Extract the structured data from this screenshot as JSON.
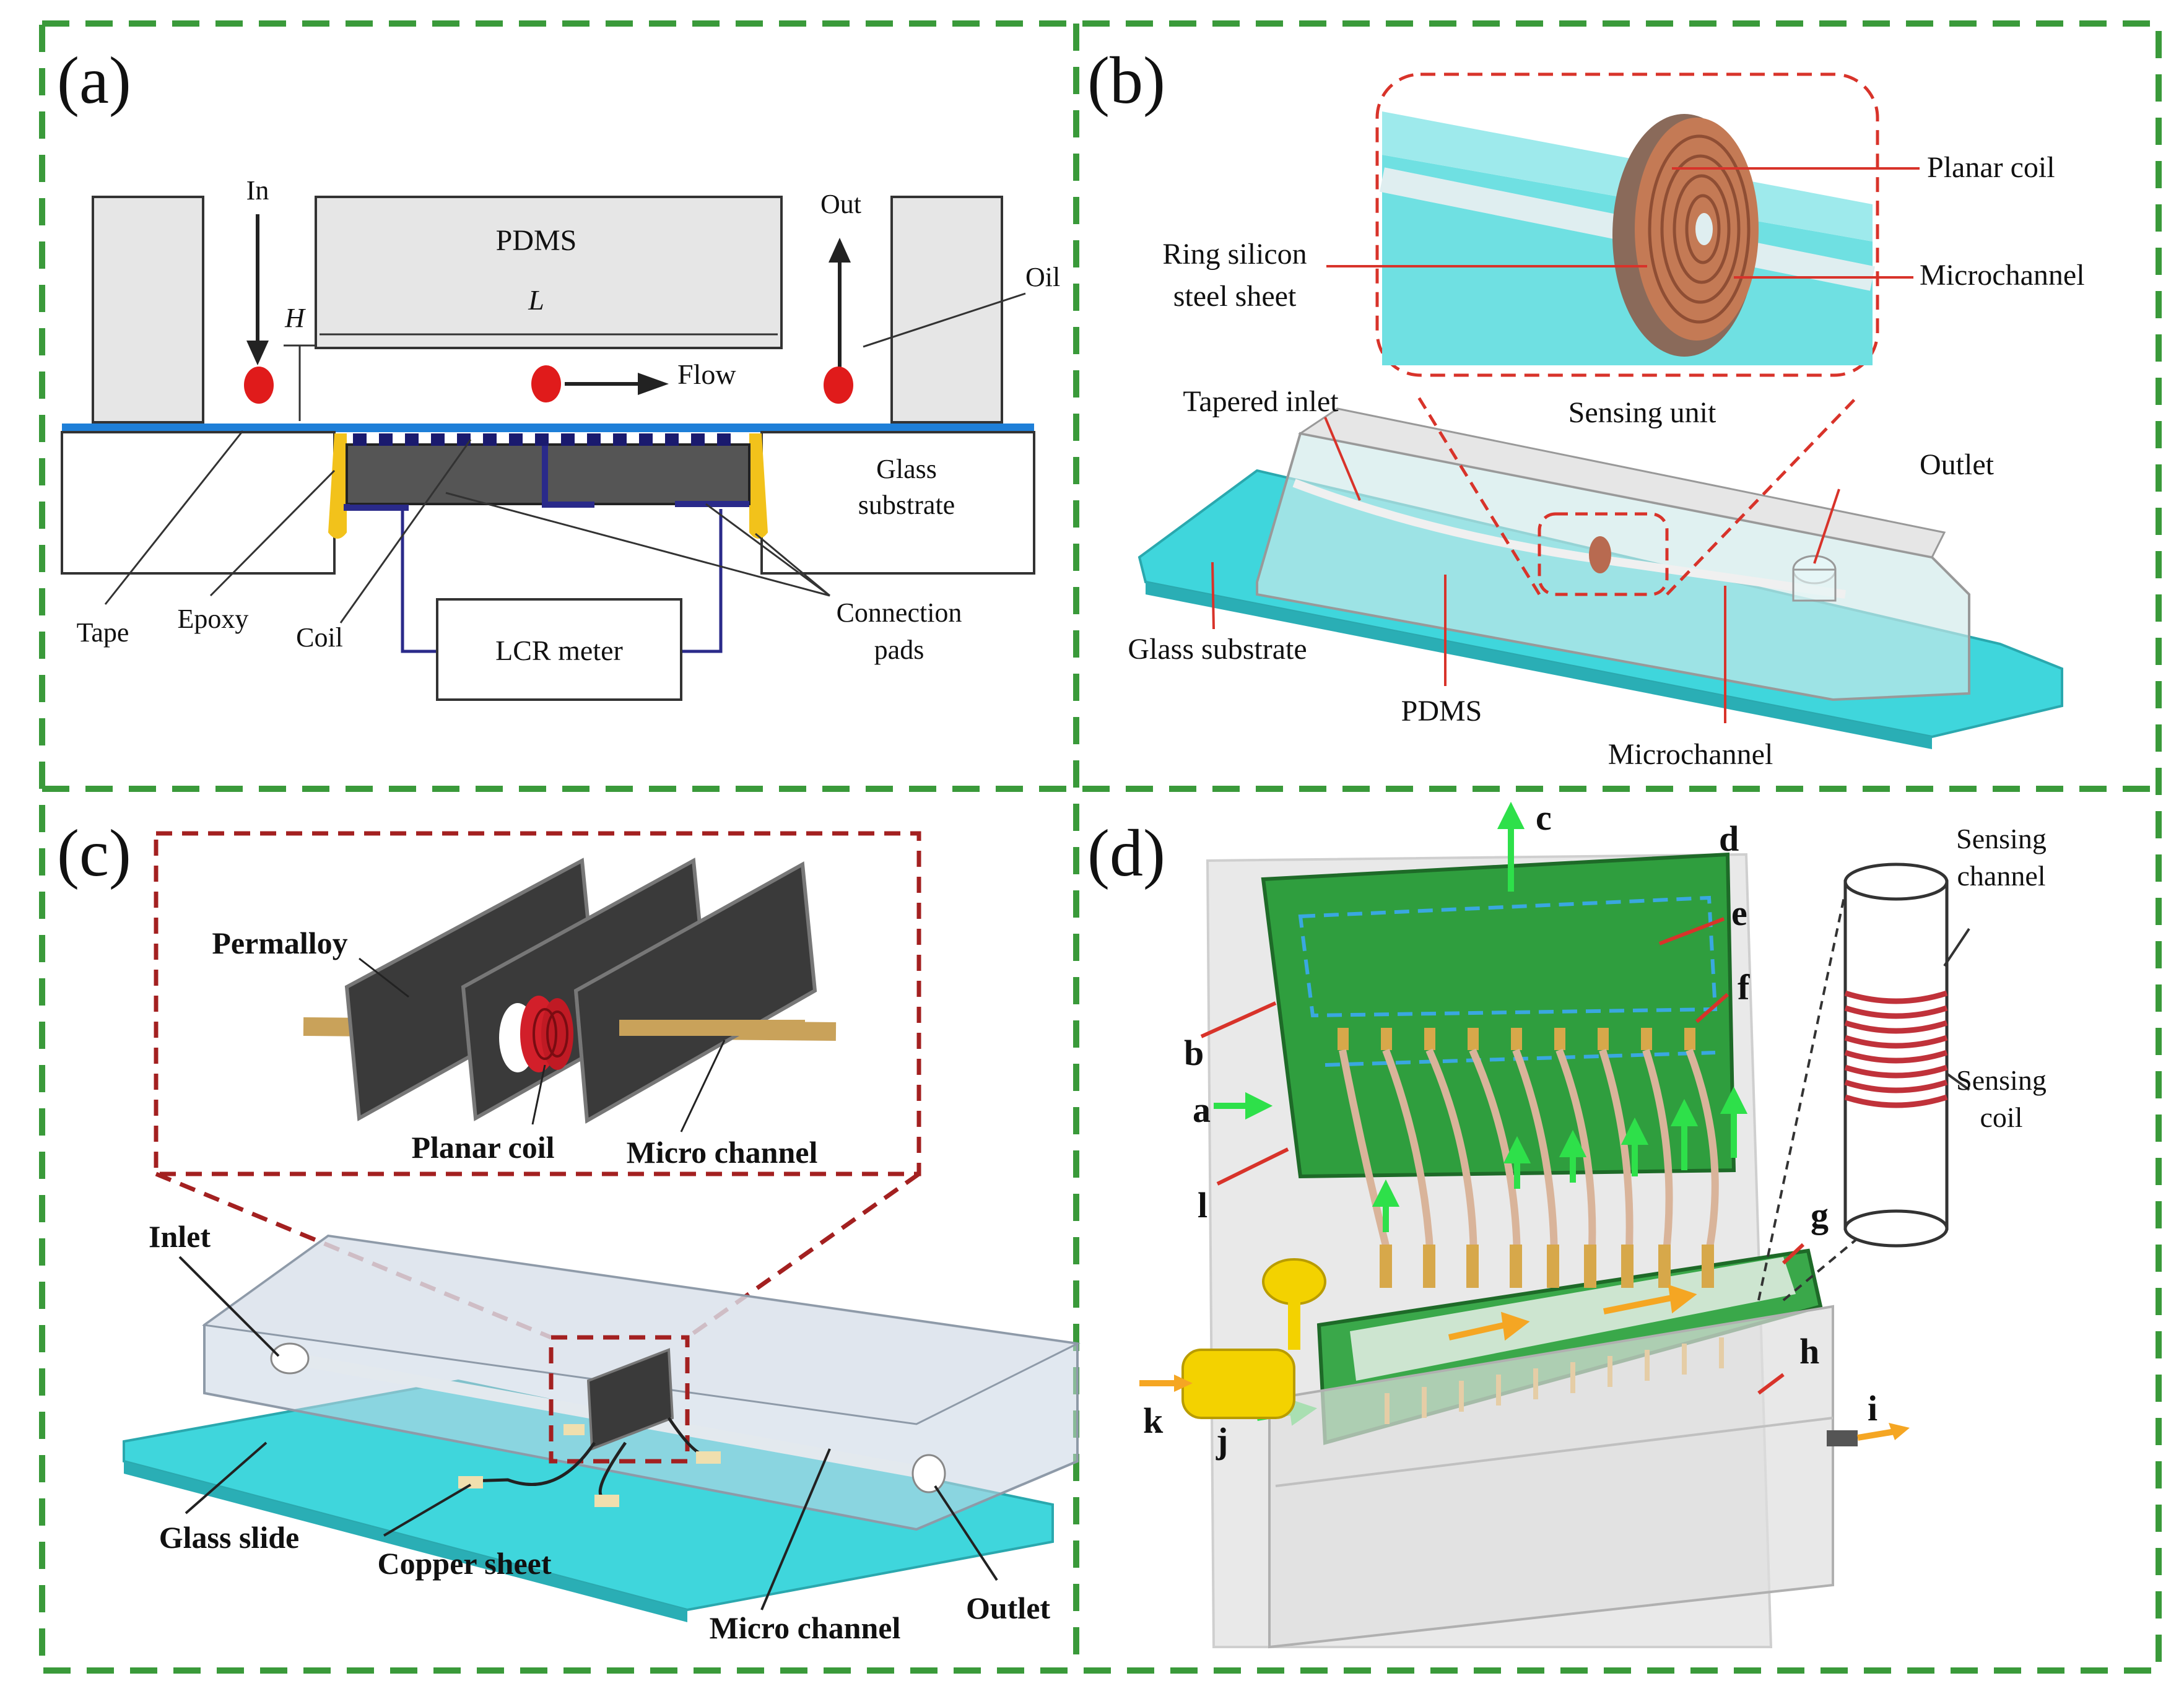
{
  "panels": {
    "a": {
      "tag": "(a)",
      "in": "In",
      "out": "Out",
      "pdms": "PDMS",
      "length": "L",
      "height": "H",
      "oil": "Oil",
      "flow": "Flow",
      "glass_line1": "Glass",
      "glass_line2": "substrate",
      "tape": "Tape",
      "epoxy": "Epoxy",
      "coil": "Coil",
      "lcr": "LCR meter",
      "pads_line1": "Connection",
      "pads_line2": "pads"
    },
    "b": {
      "tag": "(b)",
      "planar_coil": "Planar coil",
      "ring_line1": "Ring silicon",
      "ring_line2": "steel sheet",
      "microchannel_top": "Microchannel",
      "tapered_inlet": "Tapered inlet",
      "sensing_unit": "Sensing unit",
      "outlet": "Outlet",
      "glass_substrate": "Glass substrate",
      "pdms": "PDMS",
      "microchannel_bottom": "Microchannel"
    },
    "c": {
      "tag": "(c)",
      "permalloy": "Permalloy",
      "planar_coil": "Planar coil",
      "micro_channel_top": "Micro channel",
      "inlet": "Inlet",
      "glass_slide": "Glass slide",
      "copper_sheet": "Copper sheet",
      "micro_channel_bottom": "Micro channel",
      "outlet": "Outlet"
    },
    "d": {
      "tag": "(d)",
      "letters": [
        "a",
        "b",
        "c",
        "d",
        "e",
        "f",
        "g",
        "h",
        "i",
        "j",
        "k",
        "l"
      ],
      "sensing_channel_line1": "Sensing",
      "sensing_channel_line2": "channel",
      "sensing_coil_line1": "Sensing",
      "sensing_coil_line2": "coil"
    }
  },
  "colors": {
    "border_green": "#3a9a3a",
    "glass_cyan": "#3fd6dc",
    "pdms_gray": "#e3e3e3",
    "pointer_red": "#d8332a",
    "droplet_red": "#e01b1b",
    "pcb_green": "#2f9e3e",
    "arrow_green": "#2ee04a",
    "arrow_orange": "#f5a623",
    "coil_red": "#d21f2a",
    "tape_blue": "#1e7fd8",
    "epoxy_yellow": "#f2c21b",
    "copper": "#c47a55"
  }
}
